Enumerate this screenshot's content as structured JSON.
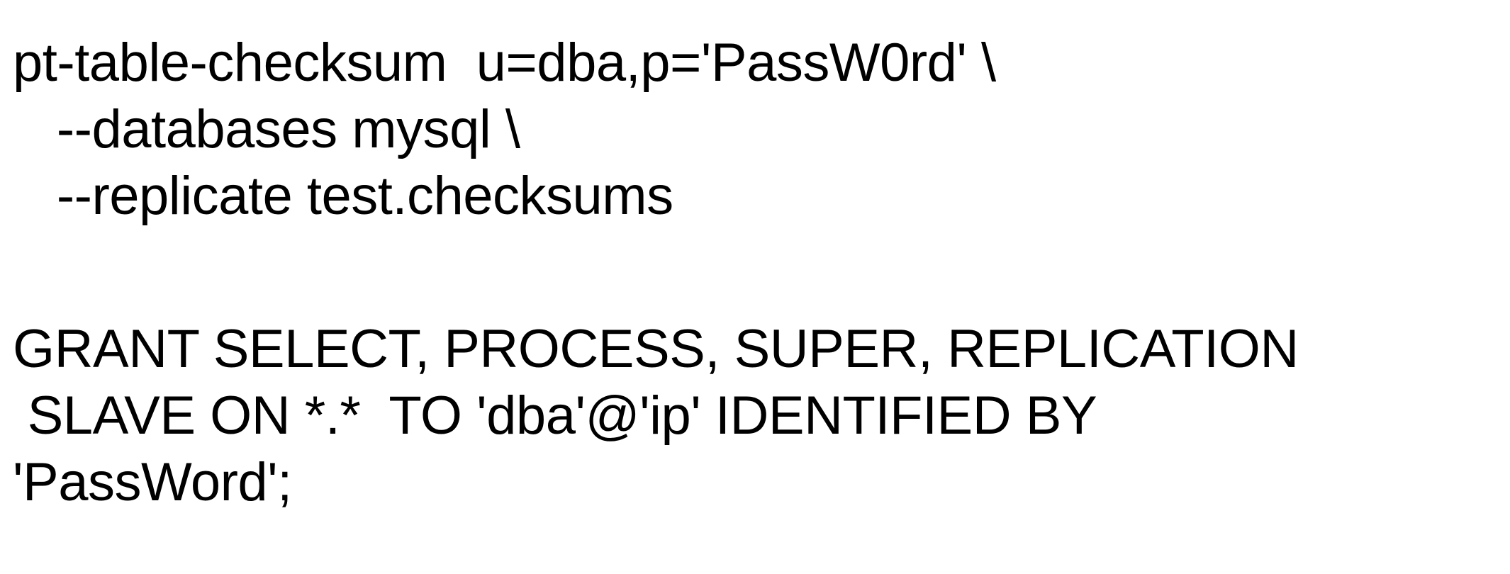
{
  "command": {
    "lines": [
      "pt-table-checksum  u=dba,p='PassW0rd' \\",
      "   --databases mysql \\",
      "   --replicate test.checksums"
    ]
  },
  "sql": {
    "lines": [
      "GRANT SELECT, PROCESS, SUPER, REPLICATION",
      " SLAVE ON *.*  TO 'dba'@'ip' IDENTIFIED BY",
      "'PassWord';"
    ]
  }
}
